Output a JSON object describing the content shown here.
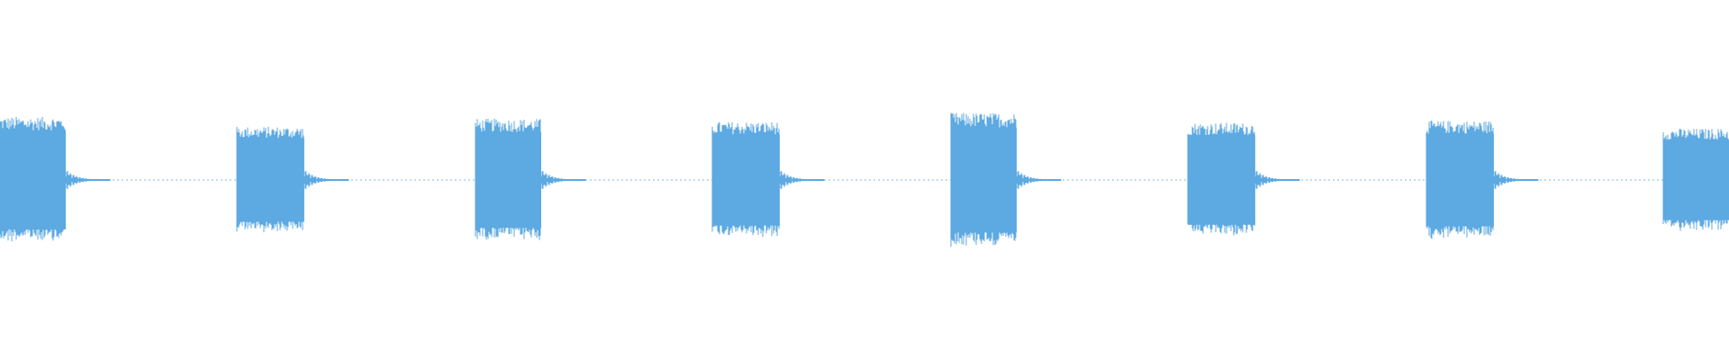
{
  "waveform": {
    "color": "#5DA9E1",
    "background": "#FFFFFF",
    "channels": 1,
    "bursts": [
      {
        "index": 1,
        "start": 0.0,
        "end": 0.038,
        "amplitude": 0.64
      },
      {
        "index": 2,
        "start": 0.137,
        "end": 0.176,
        "amplitude": 0.54
      },
      {
        "index": 3,
        "start": 0.275,
        "end": 0.313,
        "amplitude": 0.62
      },
      {
        "index": 4,
        "start": 0.412,
        "end": 0.451,
        "amplitude": 0.59
      },
      {
        "index": 5,
        "start": 0.55,
        "end": 0.588,
        "amplitude": 0.68
      },
      {
        "index": 6,
        "start": 0.687,
        "end": 0.726,
        "amplitude": 0.58
      },
      {
        "index": 7,
        "start": 0.825,
        "end": 0.864,
        "amplitude": 0.6
      },
      {
        "index": 8,
        "start": 0.962,
        "end": 1.0,
        "amplitude": 0.52
      }
    ],
    "tail_amplitude": 0.04,
    "noise_floor": 0.006
  }
}
